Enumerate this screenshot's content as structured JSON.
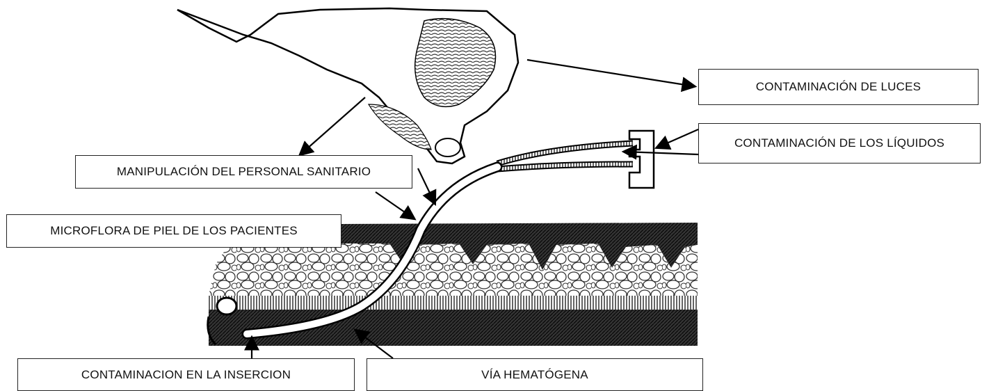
{
  "labels": {
    "luces": "CONTAMINACIÓN DE LUCES",
    "liquidos": "CONTAMINACIÓN DE LOS LÍQUIDOS",
    "manipulacion": "MANIPULACIÓN DEL PERSONAL SANITARIO",
    "microflora": "MICROFLORA DE PIEL DE LOS PACIENTES",
    "insercion": "CONTAMINACION EN LA INSERCION",
    "hematogena": "VÍA HEMATÓGENA"
  },
  "colors": {
    "ink": "#111111",
    "background": "#ffffff",
    "catheter": "#ffffff"
  }
}
